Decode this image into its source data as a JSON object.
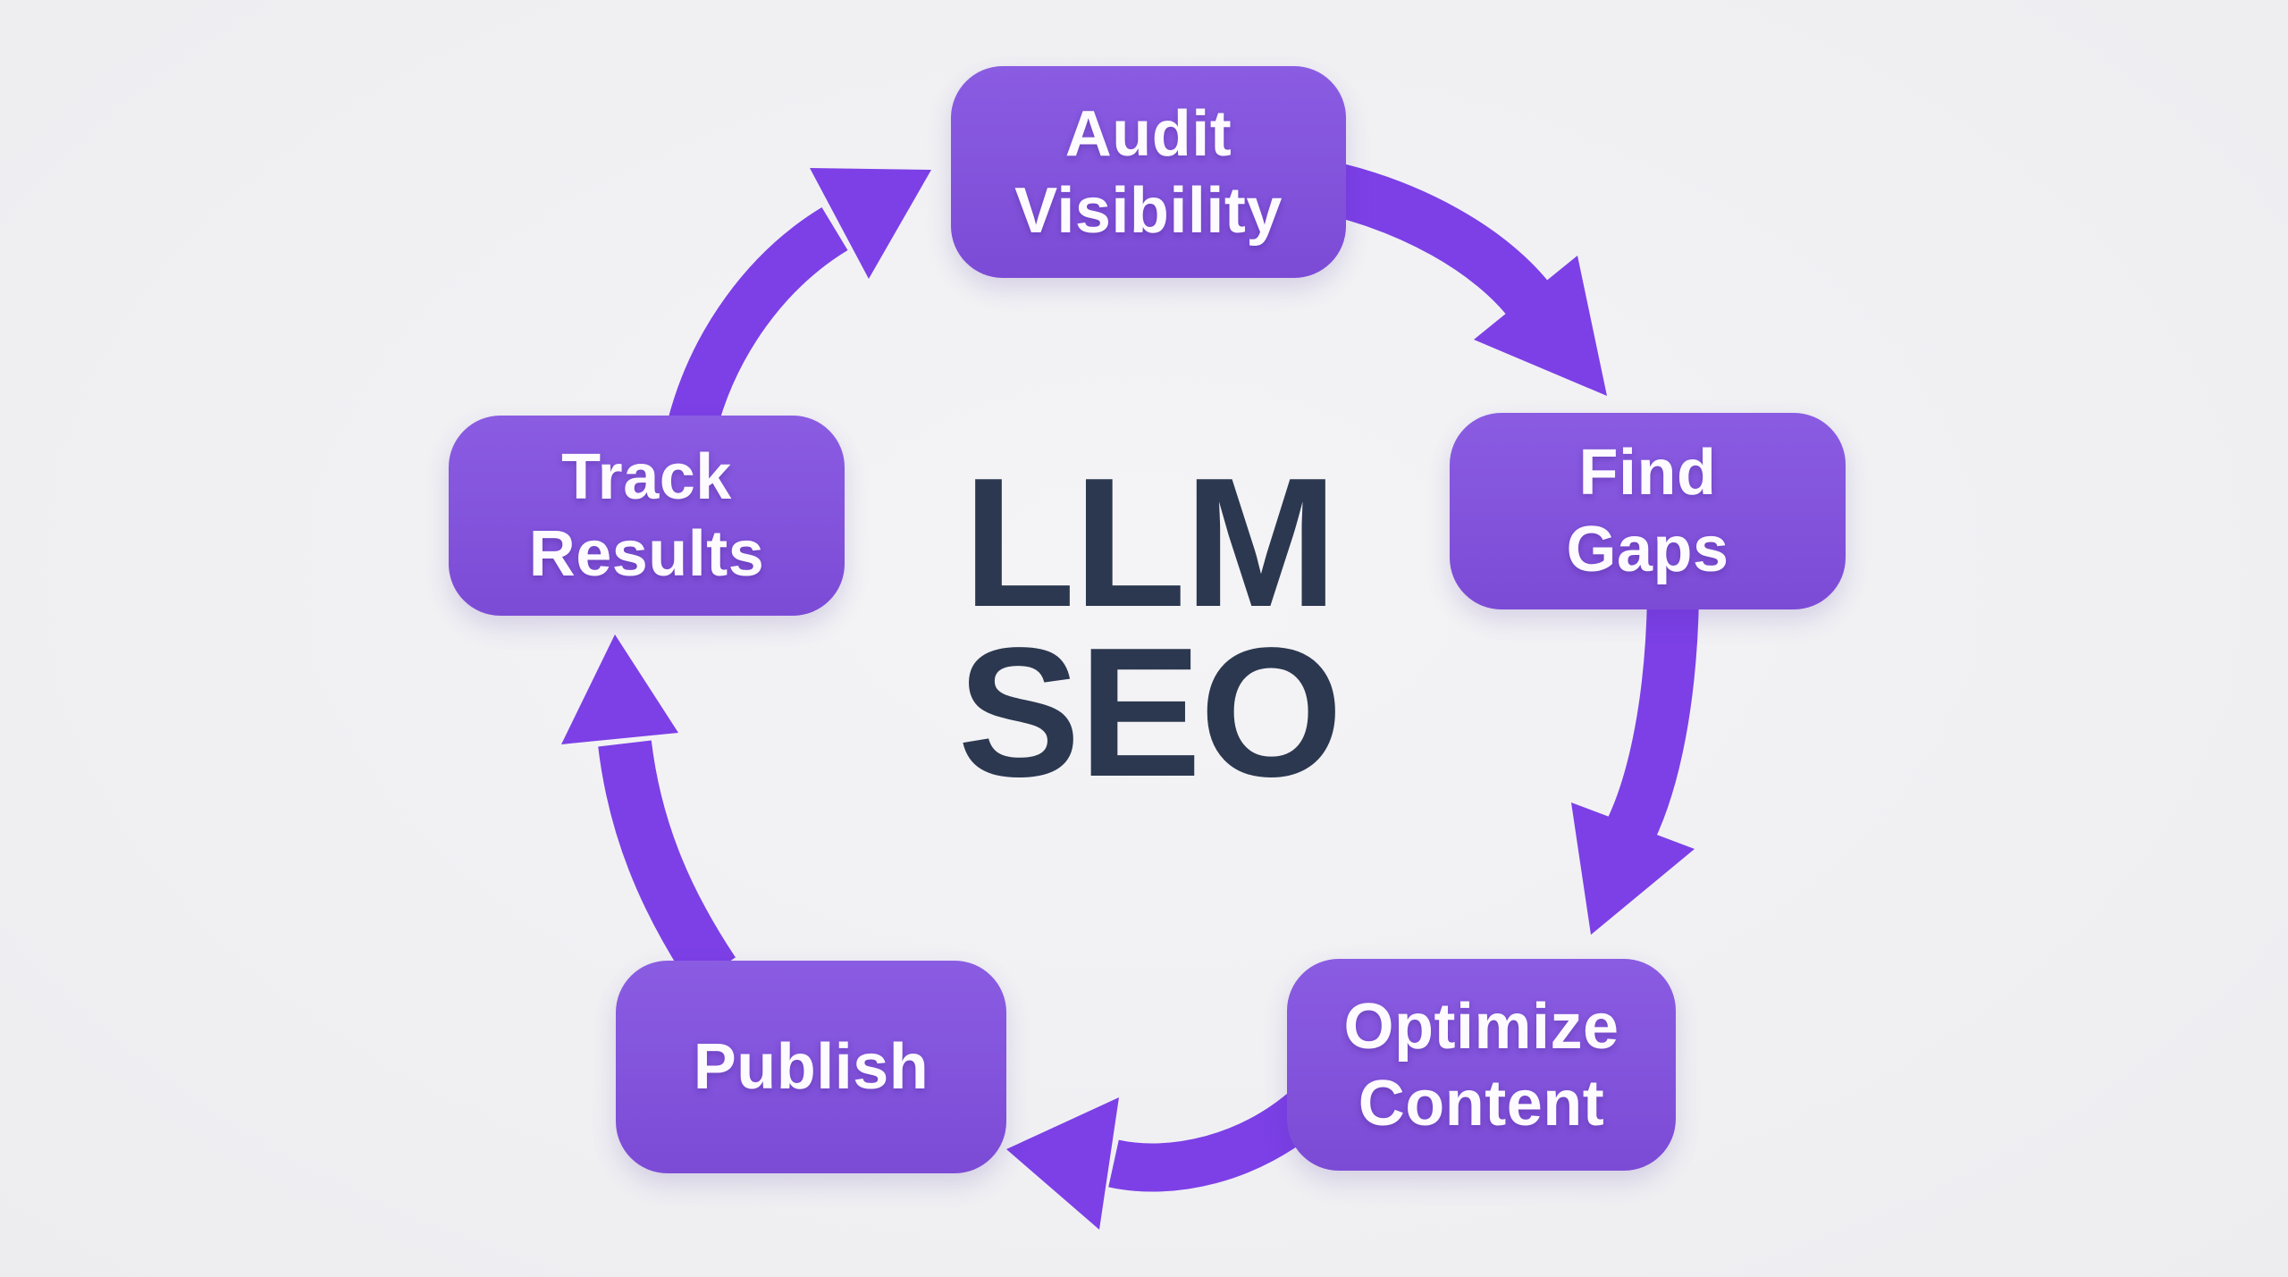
{
  "diagram": {
    "title": "LLM SEO",
    "center": {
      "line1": "LLM",
      "line2": "SEO"
    },
    "nodes": [
      {
        "id": "audit-visibility",
        "label": "Audit Visibility",
        "line1": "Audit",
        "line2": "Visibility",
        "position": "top"
      },
      {
        "id": "find-gaps",
        "label": "Find Gaps",
        "line1": "Find",
        "line2": "Gaps",
        "position": "right"
      },
      {
        "id": "optimize-content",
        "label": "Optimize Content",
        "line1": "Optimize",
        "line2": "Content",
        "position": "bottom-right"
      },
      {
        "id": "publish",
        "label": "Publish",
        "line1": "Publish",
        "position": "bottom-left"
      },
      {
        "id": "track-results",
        "label": "Track Results",
        "line1": "Track",
        "line2": "Results",
        "position": "left"
      }
    ],
    "edges": [
      {
        "from": "Audit Visibility",
        "to": "Find Gaps"
      },
      {
        "from": "Find Gaps",
        "to": "Optimize Content"
      },
      {
        "from": "Optimize Content",
        "to": "Publish"
      },
      {
        "from": "Publish",
        "to": "Track Results"
      },
      {
        "from": "Track Results",
        "to": "Audit Visibility"
      }
    ],
    "flow": "clockwise cycle"
  },
  "colors": {
    "background": "#f1f1f3",
    "node_fill_top": "#8a5ce2",
    "node_fill_bottom": "#7c4bd6",
    "arrow": "#7c40e6",
    "title_color": "#2c3850",
    "label_color": "#fdfbff"
  }
}
